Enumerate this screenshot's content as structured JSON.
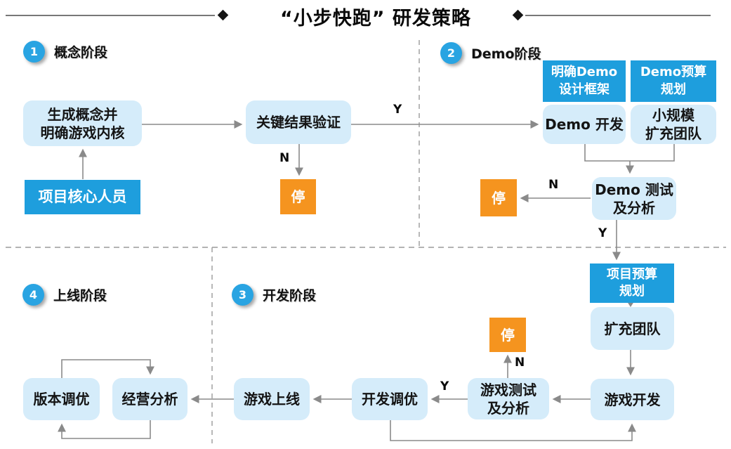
{
  "title": "“小步快跑” 研发策略",
  "phases": {
    "p1": {
      "number": "1",
      "label": "概念阶段"
    },
    "p2": {
      "number": "2",
      "label": "Demo阶段"
    },
    "p3": {
      "number": "3",
      "label": "开发阶段"
    },
    "p4": {
      "number": "4",
      "label": "上线阶段"
    }
  },
  "nodes": {
    "concept": "生成概念并\n明确游戏内核",
    "core_team": "项目核心人员",
    "key_result": "关键结果验证",
    "stop": "停",
    "demo_design": "明确Demo\n设计框架",
    "demo_budget": "Demo预算\n规划",
    "demo_dev": "Demo 开发",
    "small_team": "小规模\n扩充团队",
    "demo_test": "Demo 测试\n及分析",
    "project_budget": "项目预算\n规划",
    "expand_team": "扩充团队",
    "game_dev": "游戏开发",
    "game_test": "游戏测试\n及分析",
    "dev_tune": "开发调优",
    "game_launch": "游戏上线",
    "version_tune": "版本调优",
    "operation": "经营分析"
  },
  "edge_labels": {
    "yes": "Y",
    "no": "N"
  },
  "colors": {
    "solid_blue": "#1e9edd",
    "light_blue": "#d5ecfa",
    "orange": "#f5941f",
    "circle_blue": "#29a4e2",
    "line_gray": "#8a8a8a"
  }
}
